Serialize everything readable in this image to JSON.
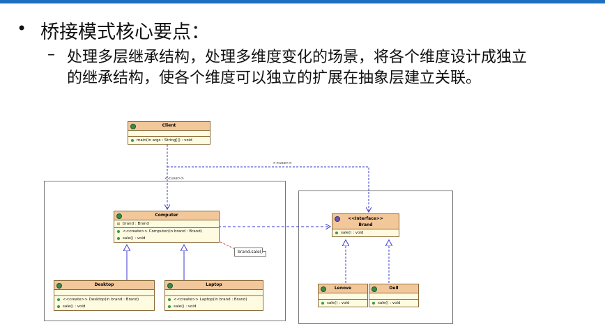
{
  "slide": {
    "bullet": "•",
    "title": "桥接模式核心要点：",
    "dash": "–",
    "sub_line1": "处理多层继承结构，处理多维度变化的场景，将各个维度设计成独立",
    "sub_line2": "的继承结构，使各个维度可以独立的扩展在抽象层建立关联。"
  },
  "diagram": {
    "client": {
      "name": "Client",
      "op": "main(in args : String[]) : void"
    },
    "computer": {
      "name": "Computer",
      "field": "brand : Brand",
      "ctor": "<<create>> Computer(in brand : Brand)",
      "op": "sale() : void"
    },
    "desktop": {
      "name": "Desktop",
      "ctor": "<<create>> Desktop(in brand : Brand)",
      "op": "sale() : void"
    },
    "laptop": {
      "name": "Laptop",
      "ctor": "<<create>> Laptop(in brand : Brand)",
      "op": "sale() : void"
    },
    "brand": {
      "stereotype": "<<Interface>>",
      "name": "Brand",
      "op": "sale() : void"
    },
    "lenovo": {
      "name": "Lenove",
      "op": "sale() : void"
    },
    "dell": {
      "name": "Dell",
      "op": "sale() : void"
    },
    "note": "brand.sale()",
    "use_label_1": "<<use>>",
    "use_label_2": "<<use>>"
  },
  "colors": {
    "topbar": "#1f6fc0",
    "class_header": "#f2c79a",
    "class_body": "#fffbe0",
    "dependency": "#3a3ad0"
  },
  "icons": [
    "class-icon",
    "interface-icon",
    "mouse-cursor-icon"
  ]
}
